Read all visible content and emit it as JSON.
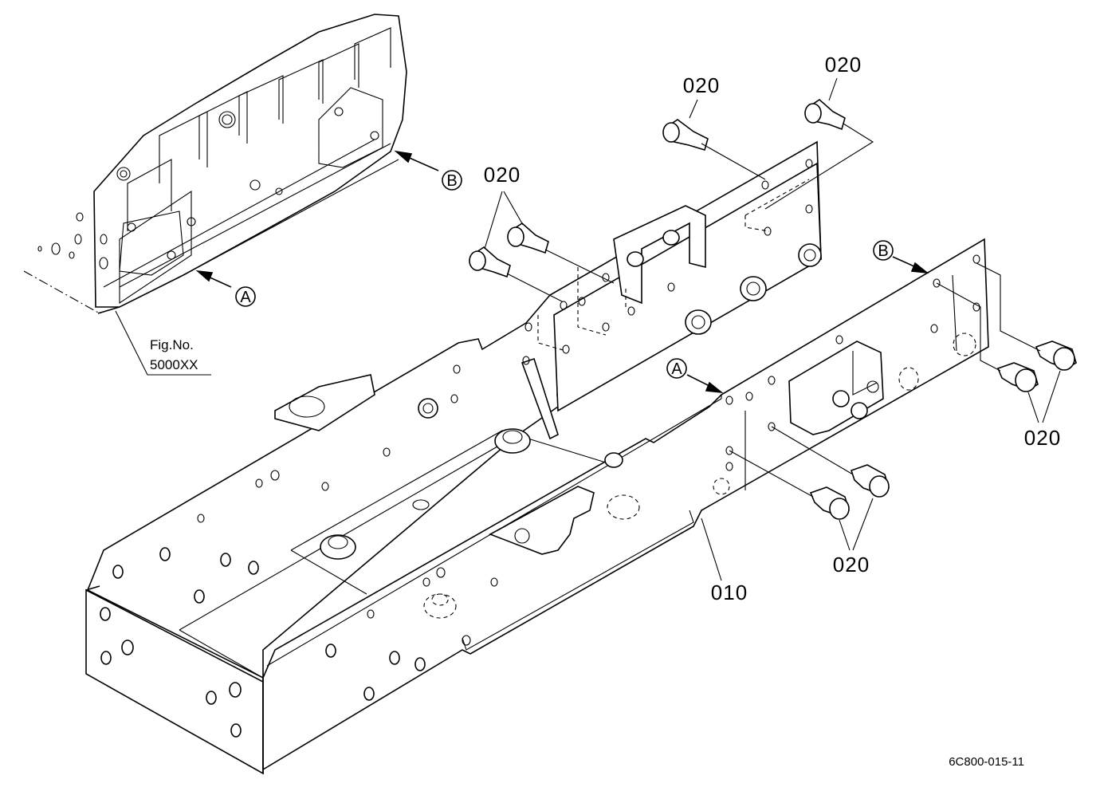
{
  "labels": {
    "part_010": "010",
    "part_020": "020",
    "ref_a": "A",
    "ref_b": "B",
    "fig_caption": "Fig.No.",
    "fig_number": "5000XX",
    "doc_number": "6C800-015-11"
  }
}
